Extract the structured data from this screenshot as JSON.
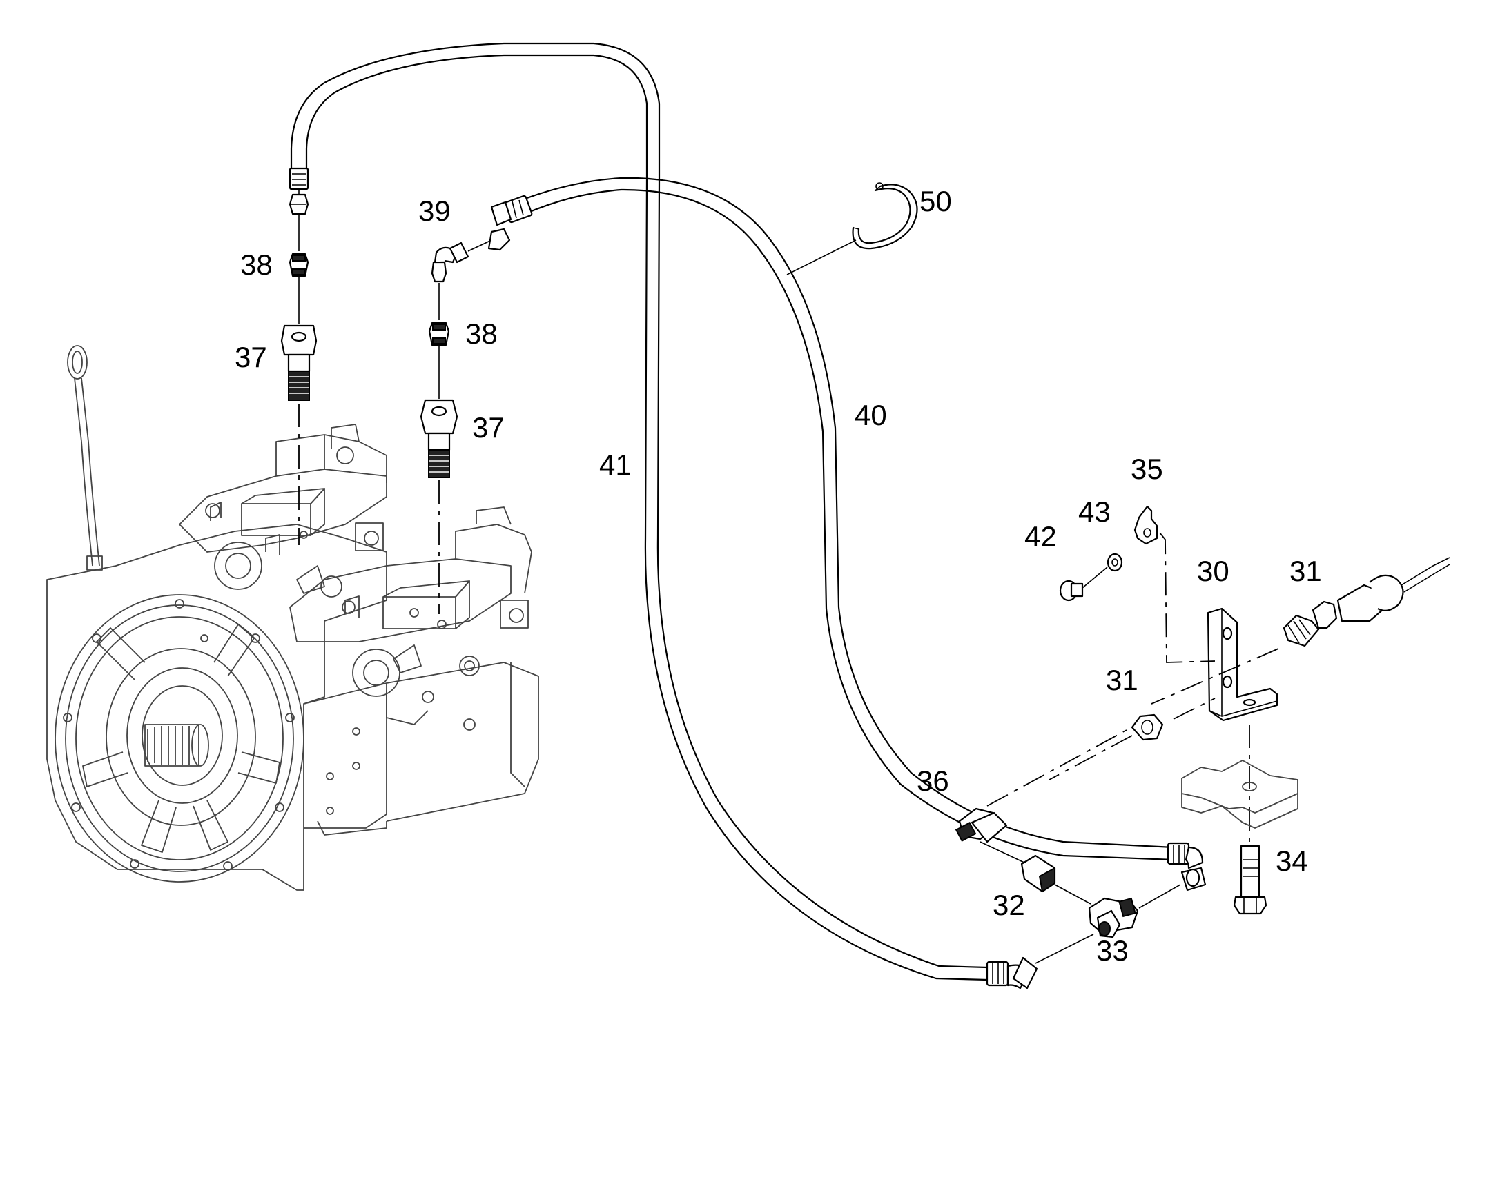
{
  "callouts": {
    "c30": "30",
    "c31a": "31",
    "c31b": "31",
    "c32": "32",
    "c33": "33",
    "c34": "34",
    "c35": "35",
    "c36": "36",
    "c37a": "37",
    "c37b": "37",
    "c38a": "38",
    "c38b": "38",
    "c39": "39",
    "c40": "40",
    "c41": "41",
    "c42": "42",
    "c43": "43",
    "c50": "50"
  }
}
